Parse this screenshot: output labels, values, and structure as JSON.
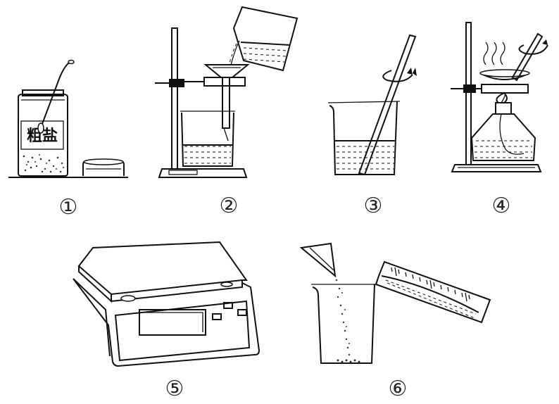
{
  "panels": [
    {
      "number": "①",
      "label": "粗盐"
    },
    {
      "number": "②"
    },
    {
      "number": "③"
    },
    {
      "number": "④"
    },
    {
      "number": "⑤"
    },
    {
      "number": "⑥"
    }
  ]
}
